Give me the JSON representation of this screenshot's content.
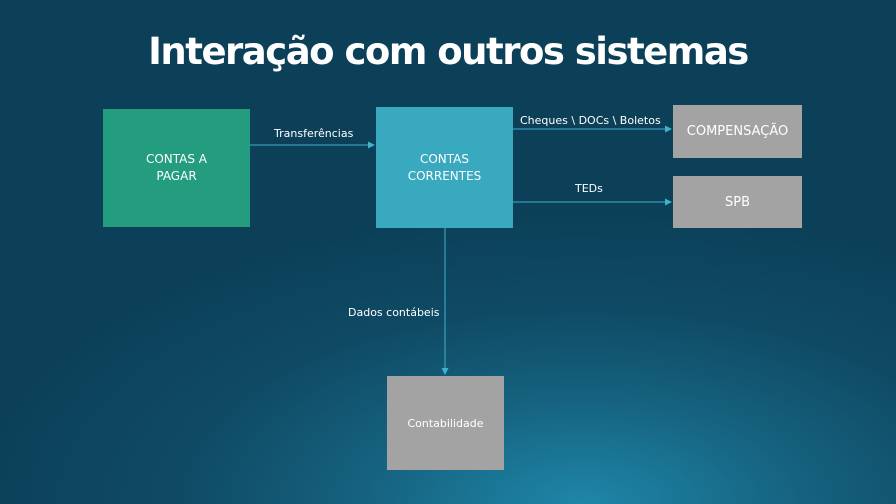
{
  "title": "Interação com outros sistemas",
  "nodes": {
    "contas_a_pagar": "CONTAS A\nPAGAR",
    "contas_correntes": "CONTAS\nCORRENTES",
    "compensacao": "COMPENSAÇÃO",
    "spb": "SPB",
    "contabilidade": "Contabilidade"
  },
  "edges": {
    "transferencias": "Transferências",
    "cheques": "Cheques \\ DOCs \\ Boletos",
    "teds": "TEDs",
    "dados_contabeis": "Dados contábeis"
  },
  "colors": {
    "contas_a_pagar": "#239c80",
    "contas_correntes": "#39a9bf",
    "gray_box": "#a3a3a3",
    "connector": "#3fb2cc"
  }
}
